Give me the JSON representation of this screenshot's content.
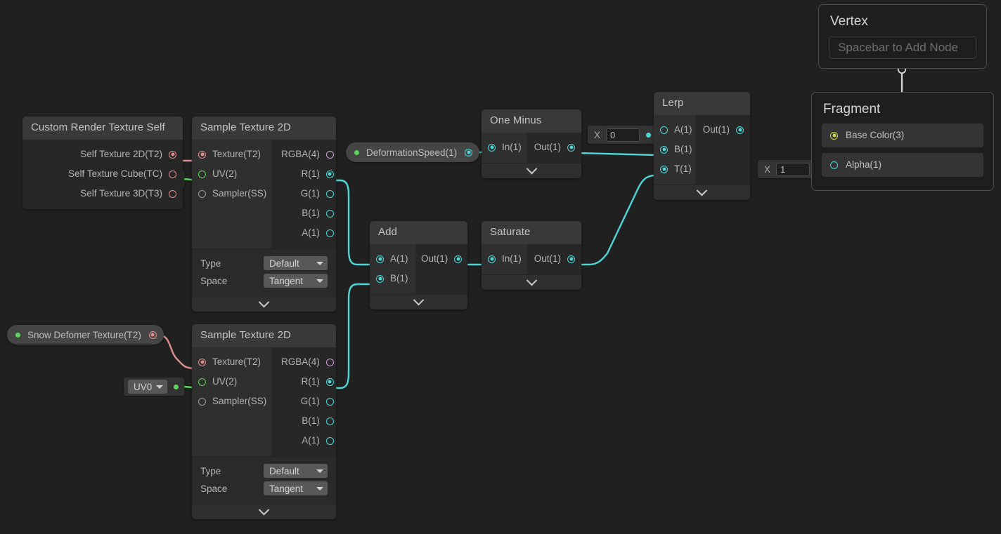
{
  "app": {
    "kind": "shader-graph-editor",
    "background": "#202020"
  },
  "colors": {
    "cyan": "#4fd6d6",
    "red": "#e08f8f",
    "green": "#5fd35f",
    "pink": "#cfa0d8",
    "yellow": "#ccd84a",
    "white": "#d8d8d8",
    "node_body": "#272727",
    "node_header": "#393939"
  },
  "nodes": {
    "custom_render_texture_self": {
      "title": "Custom Render Texture Self",
      "outputs": [
        {
          "label": "Self Texture 2D(T2)",
          "color": "red",
          "filled": true
        },
        {
          "label": "Self Texture Cube(TC)",
          "color": "red",
          "filled": false
        },
        {
          "label": "Self Texture 3D(T3)",
          "color": "red",
          "filled": false
        }
      ]
    },
    "sample_texture_2d_top": {
      "title": "Sample Texture 2D",
      "inputs": [
        {
          "label": "Texture(T2)",
          "color": "red",
          "filled": true
        },
        {
          "label": "UV(2)",
          "color": "green",
          "filled": false
        },
        {
          "label": "Sampler(SS)",
          "color": "grey",
          "filled": false
        }
      ],
      "outputs": [
        {
          "label": "RGBA(4)",
          "color": "pink",
          "filled": false
        },
        {
          "label": "R(1)",
          "color": "cyan",
          "filled": true
        },
        {
          "label": "G(1)",
          "color": "cyan",
          "filled": false
        },
        {
          "label": "B(1)",
          "color": "cyan",
          "filled": false
        },
        {
          "label": "A(1)",
          "color": "cyan",
          "filled": false
        }
      ],
      "controls": [
        {
          "label": "Type",
          "value": "Default"
        },
        {
          "label": "Space",
          "value": "Tangent"
        }
      ]
    },
    "sample_texture_2d_bottom": {
      "title": "Sample Texture 2D",
      "inputs": [
        {
          "label": "Texture(T2)",
          "color": "red",
          "filled": true
        },
        {
          "label": "UV(2)",
          "color": "green",
          "filled": false
        },
        {
          "label": "Sampler(SS)",
          "color": "grey",
          "filled": false
        }
      ],
      "outputs": [
        {
          "label": "RGBA(4)",
          "color": "pink",
          "filled": false
        },
        {
          "label": "R(1)",
          "color": "cyan",
          "filled": true
        },
        {
          "label": "G(1)",
          "color": "cyan",
          "filled": false
        },
        {
          "label": "B(1)",
          "color": "cyan",
          "filled": false
        },
        {
          "label": "A(1)",
          "color": "cyan",
          "filled": false
        }
      ],
      "controls": [
        {
          "label": "Type",
          "value": "Default"
        },
        {
          "label": "Space",
          "value": "Tangent"
        }
      ]
    },
    "one_minus": {
      "title": "One Minus",
      "inputs": [
        {
          "label": "In(1)",
          "color": "cyan",
          "filled": true
        }
      ],
      "outputs": [
        {
          "label": "Out(1)",
          "color": "cyan",
          "filled": true
        }
      ]
    },
    "add": {
      "title": "Add",
      "inputs": [
        {
          "label": "A(1)",
          "color": "cyan",
          "filled": true
        },
        {
          "label": "B(1)",
          "color": "cyan",
          "filled": true
        }
      ],
      "outputs": [
        {
          "label": "Out(1)",
          "color": "cyan",
          "filled": true
        }
      ]
    },
    "saturate": {
      "title": "Saturate",
      "inputs": [
        {
          "label": "In(1)",
          "color": "cyan",
          "filled": true
        }
      ],
      "outputs": [
        {
          "label": "Out(1)",
          "color": "cyan",
          "filled": true
        }
      ]
    },
    "lerp": {
      "title": "Lerp",
      "inputs": [
        {
          "label": "A(1)",
          "color": "cyan",
          "filled": false
        },
        {
          "label": "B(1)",
          "color": "cyan",
          "filled": true
        },
        {
          "label": "T(1)",
          "color": "cyan",
          "filled": true
        }
      ],
      "outputs": [
        {
          "label": "Out(1)",
          "color": "cyan",
          "filled": true
        }
      ]
    },
    "vertex": {
      "title": "Vertex",
      "placeholder": "Spacebar to Add Node"
    },
    "fragment": {
      "title": "Fragment",
      "blocks": [
        {
          "label": "Base Color(3)",
          "color": "yellow",
          "filled": true
        },
        {
          "label": "Alpha(1)",
          "color": "cyan",
          "filled": false
        }
      ]
    }
  },
  "properties": {
    "deformation_speed": {
      "label": "DeformationSpeed(1)",
      "port_color": "cyan"
    },
    "snow_deformer_texture": {
      "label": "Snow Defomer Texture(T2)",
      "port_color": "red"
    }
  },
  "uv_dropdowns": {
    "top": "UV0",
    "bottom": "UV0"
  },
  "float_inputs": {
    "lerp_a": {
      "axis": "X",
      "value": "0"
    },
    "alpha": {
      "axis": "X",
      "value": "1"
    }
  }
}
